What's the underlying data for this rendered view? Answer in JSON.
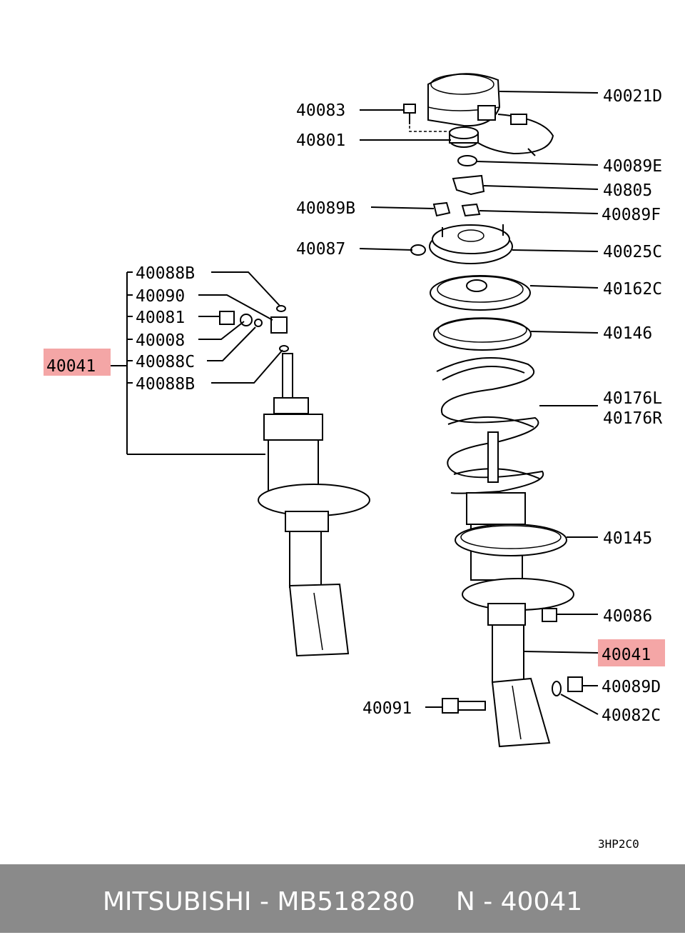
{
  "diagram": {
    "labels": {
      "l40021D": "40021D",
      "l40083": "40083",
      "l40801": "40801",
      "l40089E": "40089E",
      "l40805": "40805",
      "l40089B": "40089B",
      "l40089F": "40089F",
      "l40087": "40087",
      "l40025C": "40025C",
      "l40088B_top": "40088B",
      "l40090": "40090",
      "l40081": "40081",
      "l40008": "40008",
      "l40088C": "40088C",
      "l40088B_bot": "40088B",
      "l40041_left": "40041",
      "l40162C": "40162C",
      "l40146": "40146",
      "l40176L": "40176L",
      "l40176R": "40176R",
      "l40145": "40145",
      "l40086": "40086",
      "l40041_right": "40041",
      "l40089D": "40089D",
      "l40091": "40091",
      "l40082C": "40082C"
    },
    "code": "3HP2C0",
    "highlight_color": "#f4a6a6"
  },
  "footer": {
    "text": "MITSUBISHI - MB518280     N - 40041",
    "background": "#8a8a8a"
  }
}
